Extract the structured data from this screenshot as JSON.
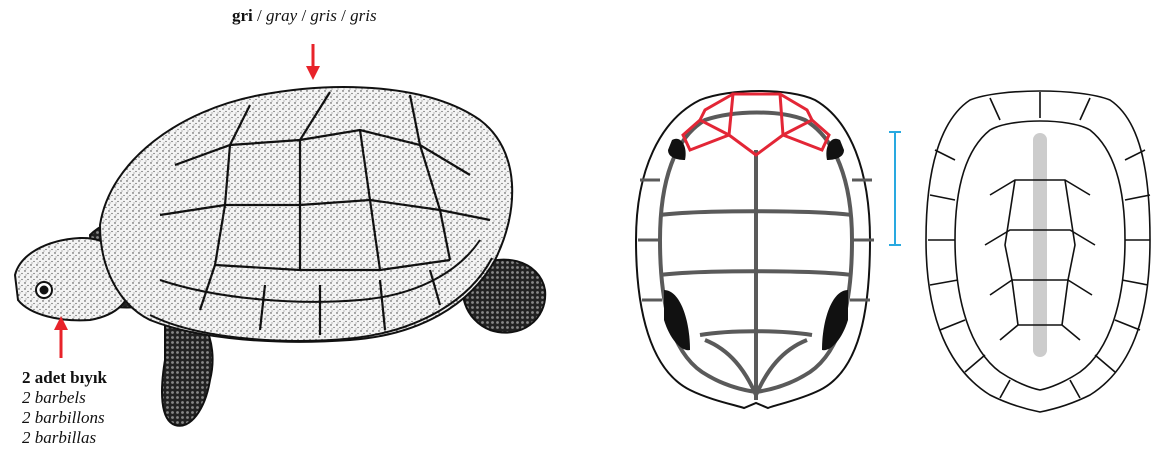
{
  "color_label": {
    "primary": "gri",
    "separator": " / ",
    "translations": [
      "gray",
      "gris",
      "gris"
    ]
  },
  "barbels_label": {
    "primary": "2 adet bıyık",
    "translations": [
      "2 barbels",
      "2 barbillons",
      "2 barbillas"
    ]
  },
  "colors": {
    "arrow": "#e8232a",
    "plastron_highlight": "#e32636",
    "plastron_seam": "#5a5a5a",
    "scale_bar": "#29a9e0",
    "carapace_stripe": "#cccccc",
    "ink": "#111111"
  },
  "icons": {
    "arrow_top": "down-arrow-icon",
    "arrow_head": "up-arrow-icon"
  }
}
